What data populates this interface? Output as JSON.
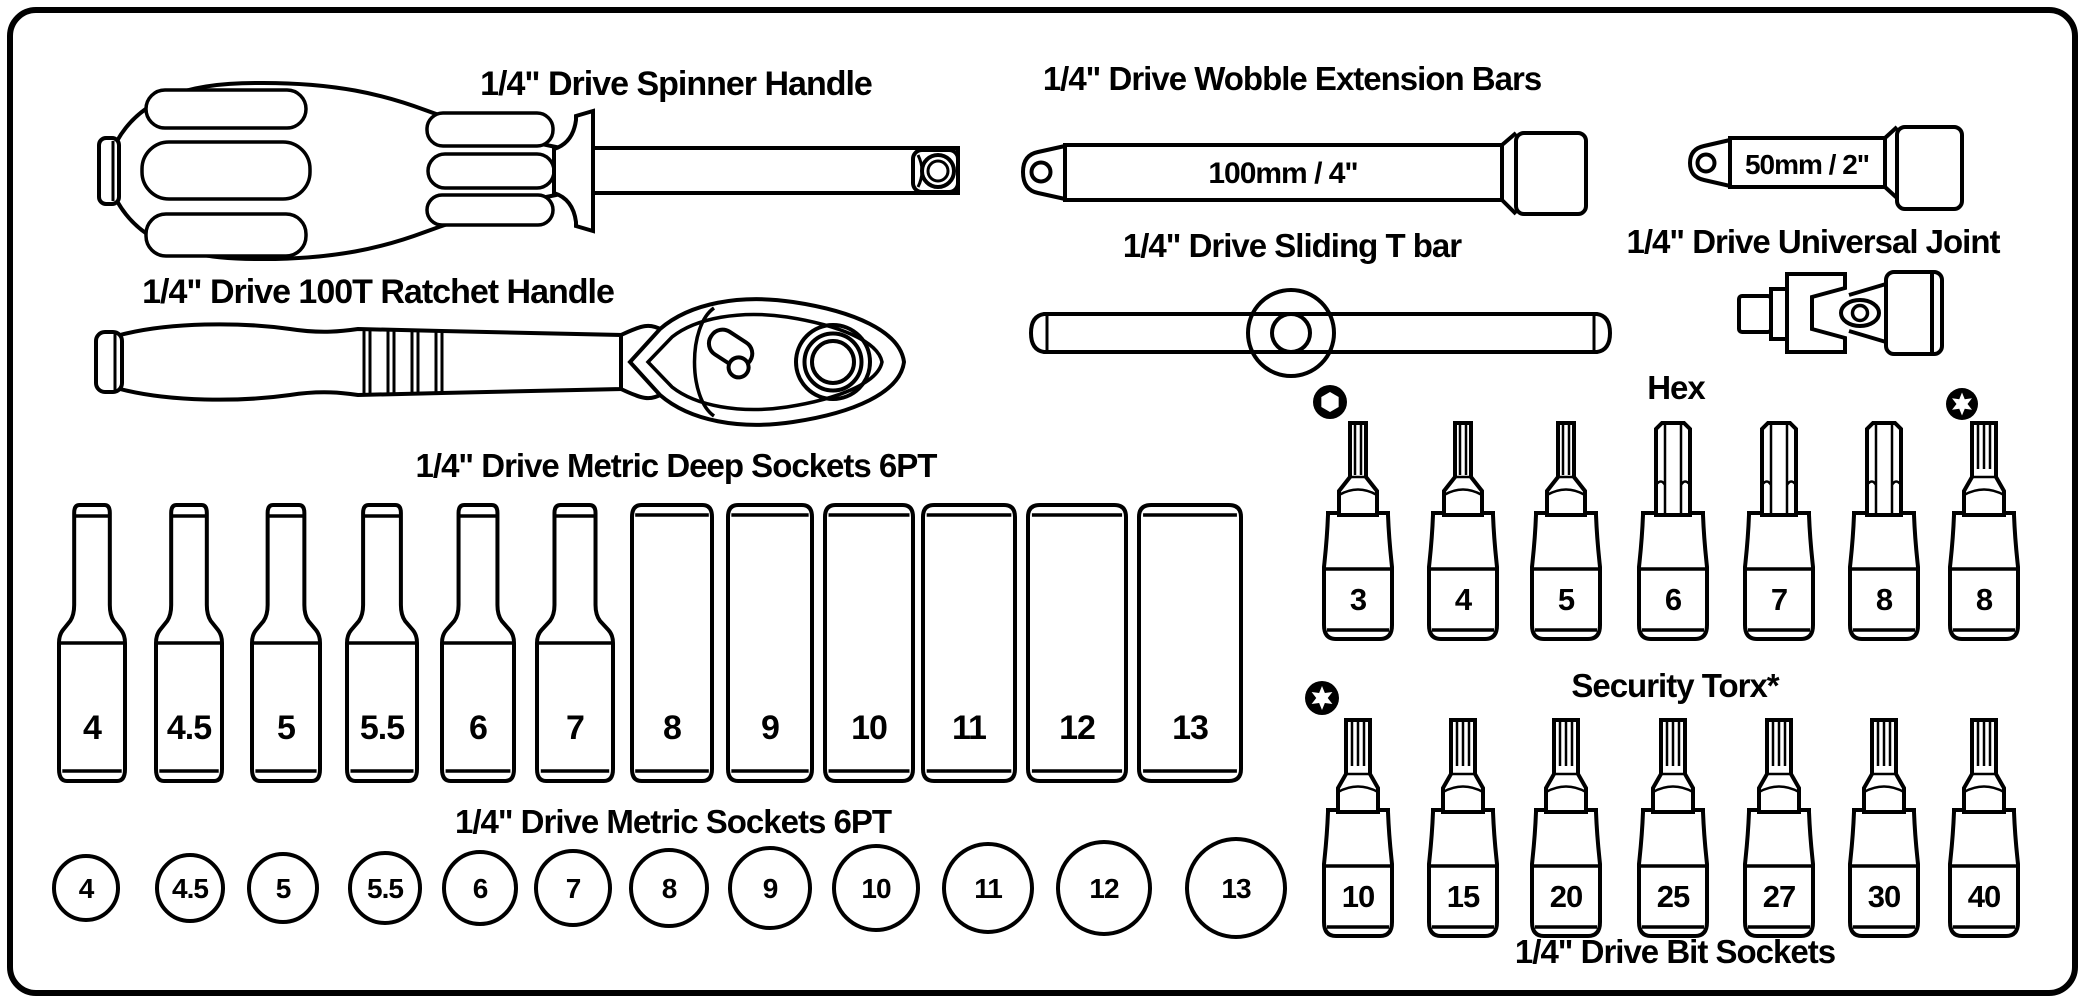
{
  "canvas": {
    "background": "#ffffff",
    "line_color": "#000000"
  },
  "tools": {
    "spinner_handle": {
      "label": "1/4\" Drive Spinner Handle"
    },
    "ratchet_handle": {
      "label": "1/4\" Drive 100T Ratchet Handle"
    },
    "wobble_extension_bars": {
      "label": "1/4\" Drive Wobble Extension Bars",
      "bars": [
        {
          "size_label": "100mm / 4\""
        },
        {
          "size_label": "50mm / 2\""
        }
      ]
    },
    "sliding_t_bar": {
      "label": "1/4\" Drive Sliding T bar"
    },
    "universal_joint": {
      "label": "1/4\" Drive Universal Joint"
    }
  },
  "deep_sockets": {
    "label": "1/4\" Drive Metric Deep Sockets 6PT",
    "sizes": [
      "4",
      "4.5",
      "5",
      "5.5",
      "6",
      "7",
      "8",
      "9",
      "10",
      "11",
      "12",
      "13"
    ]
  },
  "metric_sockets": {
    "label": "1/4\" Drive Metric Sockets 6PT",
    "sizes": [
      "4",
      "4.5",
      "5",
      "5.5",
      "6",
      "7",
      "8",
      "9",
      "10",
      "11",
      "12",
      "13"
    ]
  },
  "hex_bits": {
    "label": "Hex",
    "sizes": [
      "3",
      "4",
      "5",
      "6",
      "7",
      "8",
      "8"
    ]
  },
  "security_torx_bits": {
    "label": "Security Torx*",
    "sizes": [
      "10",
      "15",
      "20",
      "25",
      "27",
      "30",
      "40"
    ]
  },
  "bit_sockets": {
    "label": "1/4\" Drive Bit Sockets"
  },
  "icons": {
    "hex": "hex-icon",
    "torx": "torx-icon",
    "security_torx": "security-torx-icon"
  }
}
